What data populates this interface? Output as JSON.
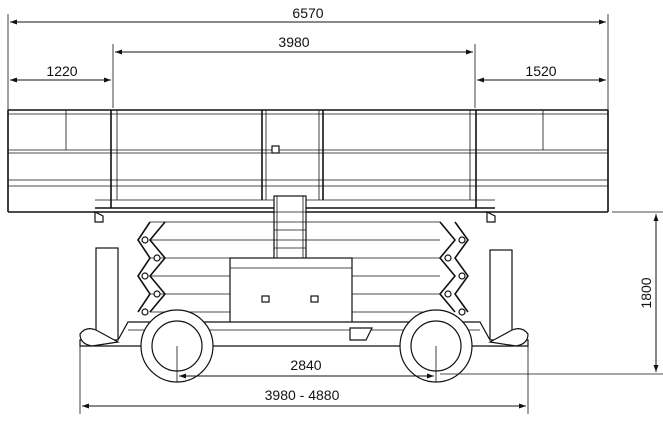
{
  "dimensions": {
    "overall_width": "6570",
    "platform_width": "3980",
    "left_extension": "1220",
    "right_extension": "1520",
    "platform_height": "1800",
    "wheelbase": "2840",
    "overall_length": "3980 - 4880"
  }
}
